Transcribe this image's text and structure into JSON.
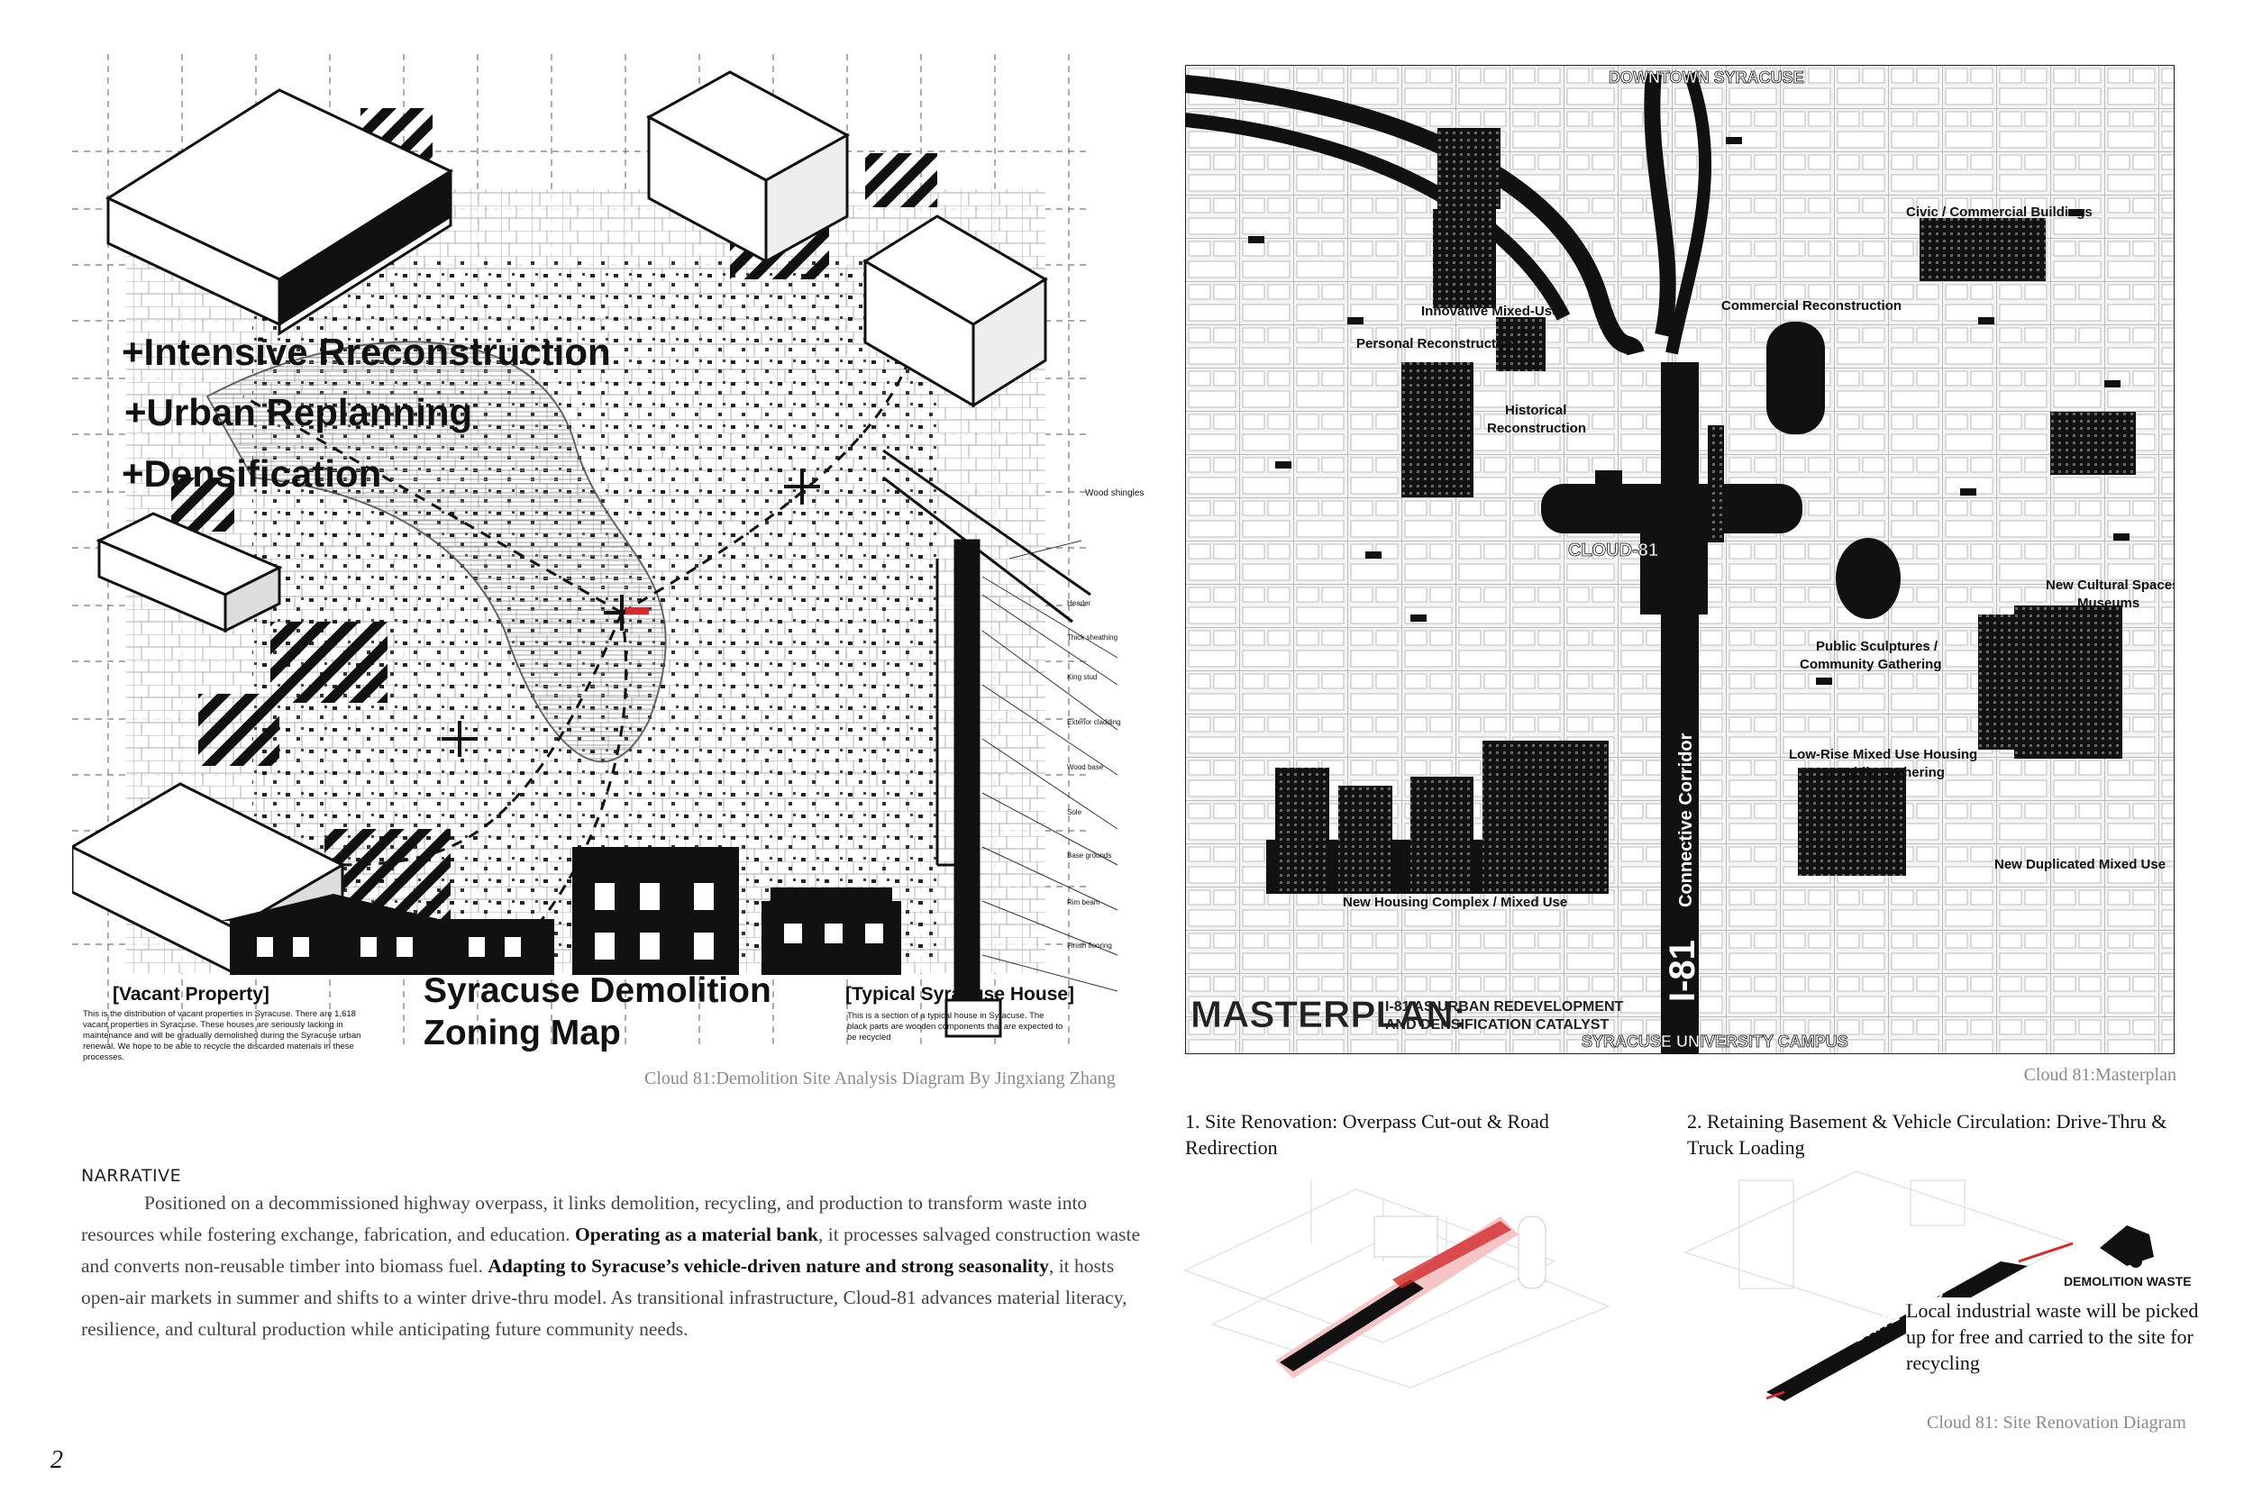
{
  "page_number": "2",
  "left_panel": {
    "headlines": [
      "+Intensive Rreconstruction",
      "+Urban Replanning",
      "+Densification"
    ],
    "title_line1": "Syracuse Demolition",
    "title_line2": "Zoning Map",
    "vacant_label": "[Vacant Property]",
    "vacant_text": "This is the distribution of vacant properties in Syracuse. There are 1,618 vacant properties in Syracuse. These houses are seriously lacking in maintenance and will be gradually demolished during the Syracuse urban renewal. We hope to be able to recycle the discarded materials in these processes.",
    "house_label": "[Typical Syracuse House]",
    "house_text": "This is a section of a typical house in Syracuse. The black parts are wooden components that are expected to be recycled",
    "section_labels": [
      "Wood shingles",
      "Header",
      "Thick sheathing",
      "King stud",
      "Exterior cladding",
      "Wood base",
      "Sole",
      "Base grounds",
      "Rim beam",
      "Finish flooring"
    ],
    "caption": "Cloud 81:Demolition Site Analysis Diagram By Jingxiang Zhang"
  },
  "masterplan": {
    "top_label": "DOWNTOWN SYRACUSE",
    "bottom_label": "SYRACUSE UNIVERSITY CAMPUS",
    "labels": {
      "civic": "Civic / Commercial Buildings",
      "commercial": "Commercial Reconstruction",
      "mixed": "Innovative Mixed-Use",
      "personal": "Personal Reconstruction",
      "historical_1": "Historical",
      "historical_2": "Reconstruction",
      "cloud": "CLOUD-81",
      "cultural_1": "New Cultural Spaces /",
      "cultural_2": "Museums",
      "sculpt_1": "Public Sculptures /",
      "sculpt_2": "Community Gathering",
      "lowrise_1": "Low-Rise Mixed Use Housing",
      "lowrise_2": "+ Public Gathering",
      "duplicated": "New Duplicated Mixed Use",
      "housing": "New Housing Complex / Mixed Use",
      "corridor": "Connective Corridor",
      "i81": "I-81"
    },
    "title": "MASTERPLAN:",
    "subtitle_1": "I-81 AS URBAN REDEVELOPMENT",
    "subtitle_2": "AND DENSIFICATION CATALYST",
    "caption": "Cloud 81:Masterplan"
  },
  "narrative": {
    "heading": "NARRATIVE",
    "p1": "Positioned on a decommissioned highway overpass, it links demolition, recycling, and production to transform waste into resources while fostering exchange, fabrication, and education. ",
    "b1": "Operating as a material bank",
    "p2": ", it processes salvaged construction waste and converts non-reusable timber into biomass fuel. ",
    "b2": "Adapting to Syracuse’s vehicle-driven nature and strong seasonality",
    "p3": ", it hosts open-air markets in summer and shifts to a winter drive-thru model. As transitional infrastructure, Cloud-81 advances material literacy, resilience, and cultural production while anticipating future community needs."
  },
  "renovation": {
    "step1": "1. Site Renovation: Overpass Cut-out & Road Redirection",
    "step2": "2. Retaining Basement & Vehicle Circulation: Drive-Thru & Truck Loading",
    "drive_thru": "DRIVE-THRU",
    "demolition_waste": "DEMOLITION WASTE",
    "callout": "Local industrial waste will be picked up for free and carried to the site for recycling",
    "caption": "Cloud 81: Site Renovation Diagram"
  },
  "colors": {
    "accent_red": "#d42a2a",
    "ink": "#111111",
    "caption_gray": "#8a8a8a"
  }
}
